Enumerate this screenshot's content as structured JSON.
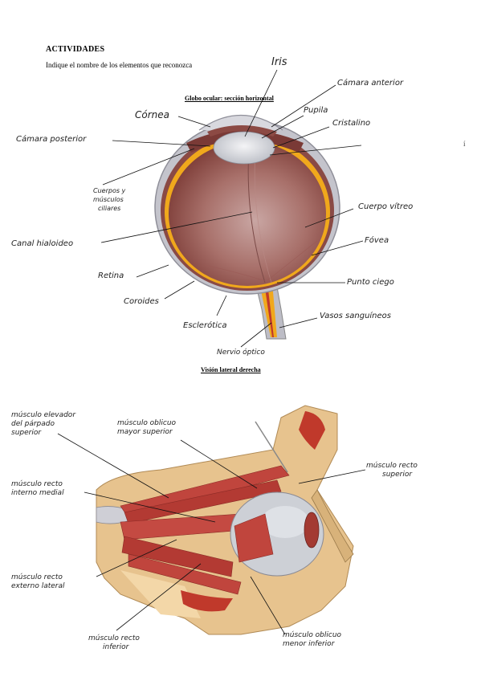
{
  "header": {
    "title": "ACTIVIDADES",
    "instruction": "Indique el nombre de los elementos que reconozca"
  },
  "figure1": {
    "caption": "Globo ocular: sección horizontal",
    "labels": {
      "iris": "Iris",
      "camara_anterior": "Cámara anterior",
      "cornea": "Córnea",
      "pupila": "Pupila",
      "cristalino": "Cristalino",
      "camara_posterior": "Cámara posterior",
      "cuerpos_line1": "Cuerpos y",
      "cuerpos_line2": "músculos",
      "cuerpos_line3": "ciliares",
      "cuerpo_vitreo": "Cuerpo vítreo",
      "canal_hialoideo": "Canal hialoideo",
      "fovea": "Fóvea",
      "retina": "Retina",
      "punto_ciego": "Punto ciego",
      "coroides": "Coroides",
      "vasos": "Vasos sanguíneos",
      "esclerotica": "Esclerótica",
      "nervio": "Nervio óptico"
    }
  },
  "figure2": {
    "caption": "Visión lateral derecha",
    "labels": {
      "elevador_1": "músculo elevador",
      "elevador_2": "del párpado",
      "elevador_3": "superior",
      "oblicuo_mayor_1": "músculo oblicuo",
      "oblicuo_mayor_2": "mayor superior",
      "recto_sup_1": "músculo recto",
      "recto_sup_2": "superior",
      "recto_int_1": "músculo recto",
      "recto_int_2": "interno medial",
      "recto_ext_1": "músculo recto",
      "recto_ext_2": "externo lateral",
      "recto_inf_1": "músculo recto",
      "recto_inf_2": "inferior",
      "oblicuo_menor_1": "músculo oblicuo",
      "oblicuo_menor_2": "menor inferior"
    }
  },
  "stray_mark": "í",
  "colors": {
    "sclera": "#bfbfc8",
    "choroid": "#8a4a45",
    "retina": "#f0a81c",
    "vitreous": "#a86a64",
    "muscle": "#c0453d",
    "bone": "#e7c38e"
  }
}
